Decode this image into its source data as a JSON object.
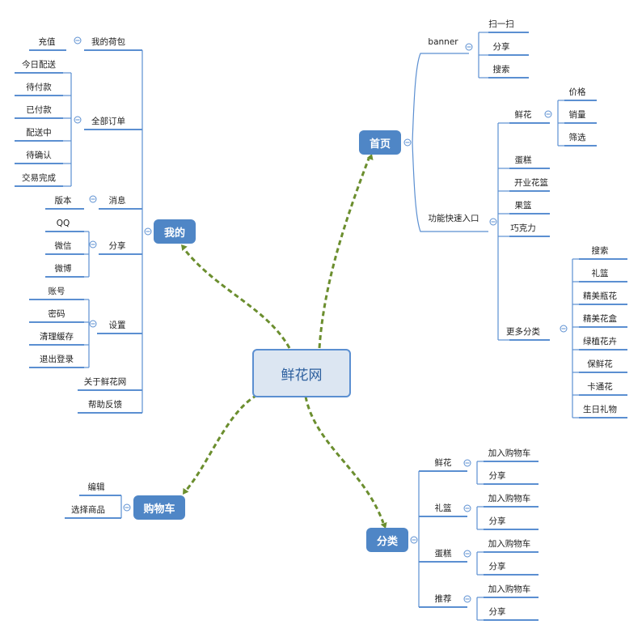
{
  "mindmap": {
    "root": "鲜花网",
    "branches": [
      {
        "key": "home",
        "label": "首页",
        "children": [
          {
            "label": "banner",
            "children": [
              {
                "label": "扫一扫"
              },
              {
                "label": "分享"
              },
              {
                "label": "搜索"
              }
            ]
          },
          {
            "label": "功能快速入口",
            "children": [
              {
                "label": "鲜花",
                "children": [
                  {
                    "label": "价格"
                  },
                  {
                    "label": "销量"
                  },
                  {
                    "label": "筛选"
                  }
                ]
              },
              {
                "label": "蛋糕"
              },
              {
                "label": "开业花篮"
              },
              {
                "label": "果篮"
              },
              {
                "label": "巧克力"
              },
              {
                "label": "更多分类",
                "children": [
                  {
                    "label": "搜索"
                  },
                  {
                    "label": "礼篮"
                  },
                  {
                    "label": "精美瓶花"
                  },
                  {
                    "label": "精美花盒"
                  },
                  {
                    "label": "绿植花卉"
                  },
                  {
                    "label": "保鲜花"
                  },
                  {
                    "label": "卡通花"
                  },
                  {
                    "label": "生日礼物"
                  }
                ]
              }
            ]
          }
        ]
      },
      {
        "key": "mine",
        "label": "我的",
        "children": [
          {
            "label": "我的荷包",
            "children": [
              {
                "label": "充值"
              }
            ]
          },
          {
            "label": "全部订单",
            "children": [
              {
                "label": "今日配送"
              },
              {
                "label": "待付款"
              },
              {
                "label": "已付款"
              },
              {
                "label": "配送中"
              },
              {
                "label": "待确认"
              },
              {
                "label": "交易完成"
              }
            ]
          },
          {
            "label": "消息",
            "children": [
              {
                "label": "版本"
              }
            ]
          },
          {
            "label": "分享",
            "children": [
              {
                "label": "QQ"
              },
              {
                "label": "微信"
              },
              {
                "label": "微博"
              }
            ]
          },
          {
            "label": "设置",
            "children": [
              {
                "label": "账号"
              },
              {
                "label": "密码"
              },
              {
                "label": "清理缓存"
              },
              {
                "label": "退出登录"
              }
            ]
          },
          {
            "label": "关于鲜花网"
          },
          {
            "label": "帮助反馈"
          }
        ]
      },
      {
        "key": "cart",
        "label": "购物车",
        "children": [
          {
            "label": "选择商品",
            "children": [
              {
                "label": "编辑"
              }
            ]
          }
        ]
      },
      {
        "key": "category",
        "label": "分类",
        "children": [
          {
            "label": "鲜花",
            "children": [
              {
                "label": "加入购物车"
              },
              {
                "label": "分享"
              }
            ]
          },
          {
            "label": "礼篮",
            "children": [
              {
                "label": "加入购物车"
              },
              {
                "label": "分享"
              }
            ]
          },
          {
            "label": "蛋糕",
            "children": [
              {
                "label": "加入购物车"
              },
              {
                "label": "分享"
              }
            ]
          },
          {
            "label": "推荐",
            "children": [
              {
                "label": "加入购物车"
              },
              {
                "label": "分享"
              }
            ]
          }
        ]
      }
    ]
  },
  "colors": {
    "branch_fill": "#4f86c6",
    "root_fill": "#dce6f2",
    "root_border": "#5b8fd1",
    "line": "#5b8fd1",
    "arrow": "#6b8e2e"
  }
}
